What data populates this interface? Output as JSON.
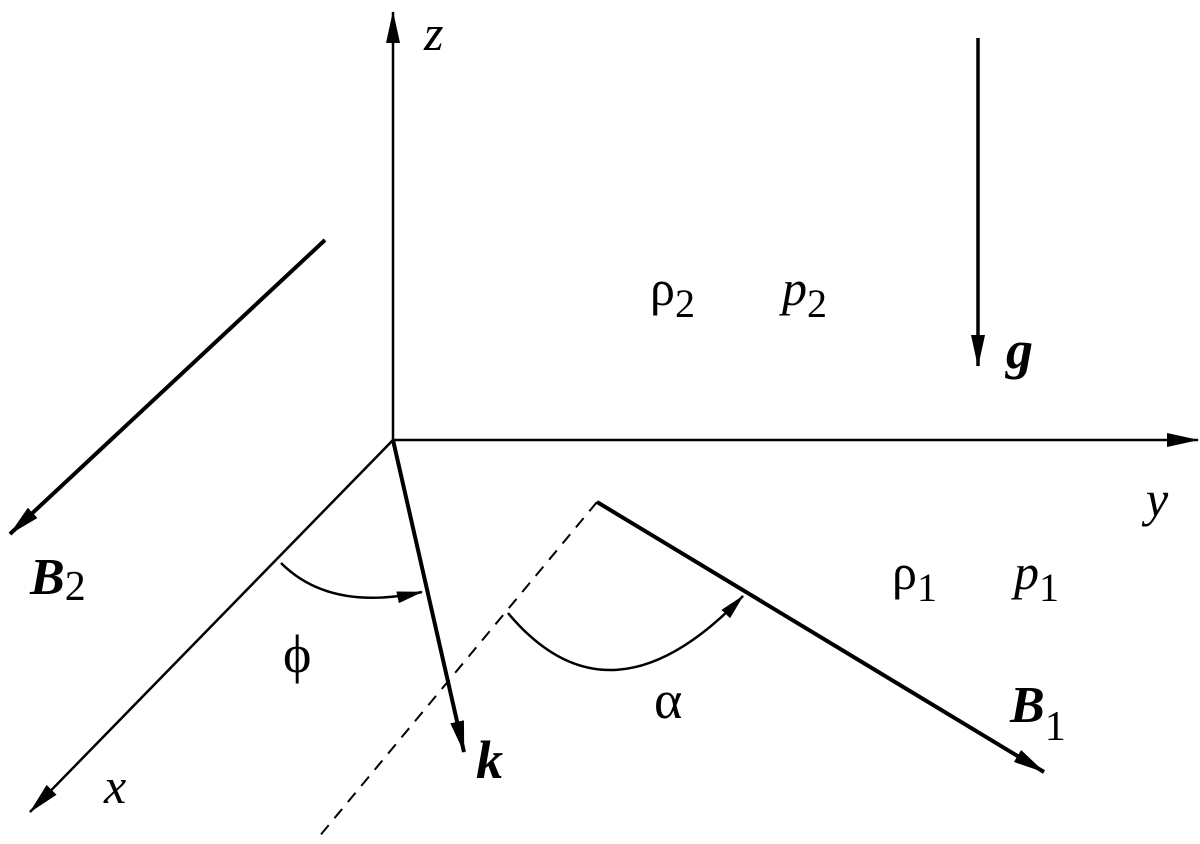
{
  "labels": {
    "z_axis": "z",
    "y_axis": "y",
    "x_axis": "x",
    "rho_2": "ρ",
    "rho_2_sub": "2",
    "p_2": "p",
    "p_2_sub": "2",
    "g": "g",
    "B_2": "B",
    "B_2_sub": "2",
    "rho_1": "ρ",
    "rho_1_sub": "1",
    "p_1": "p",
    "p_1_sub": "1",
    "phi": "ϕ",
    "k": "k",
    "alpha": "α",
    "B_1": "B",
    "B_1_sub": "1"
  },
  "colors": {
    "stroke": "#000000",
    "background": "#ffffff"
  }
}
